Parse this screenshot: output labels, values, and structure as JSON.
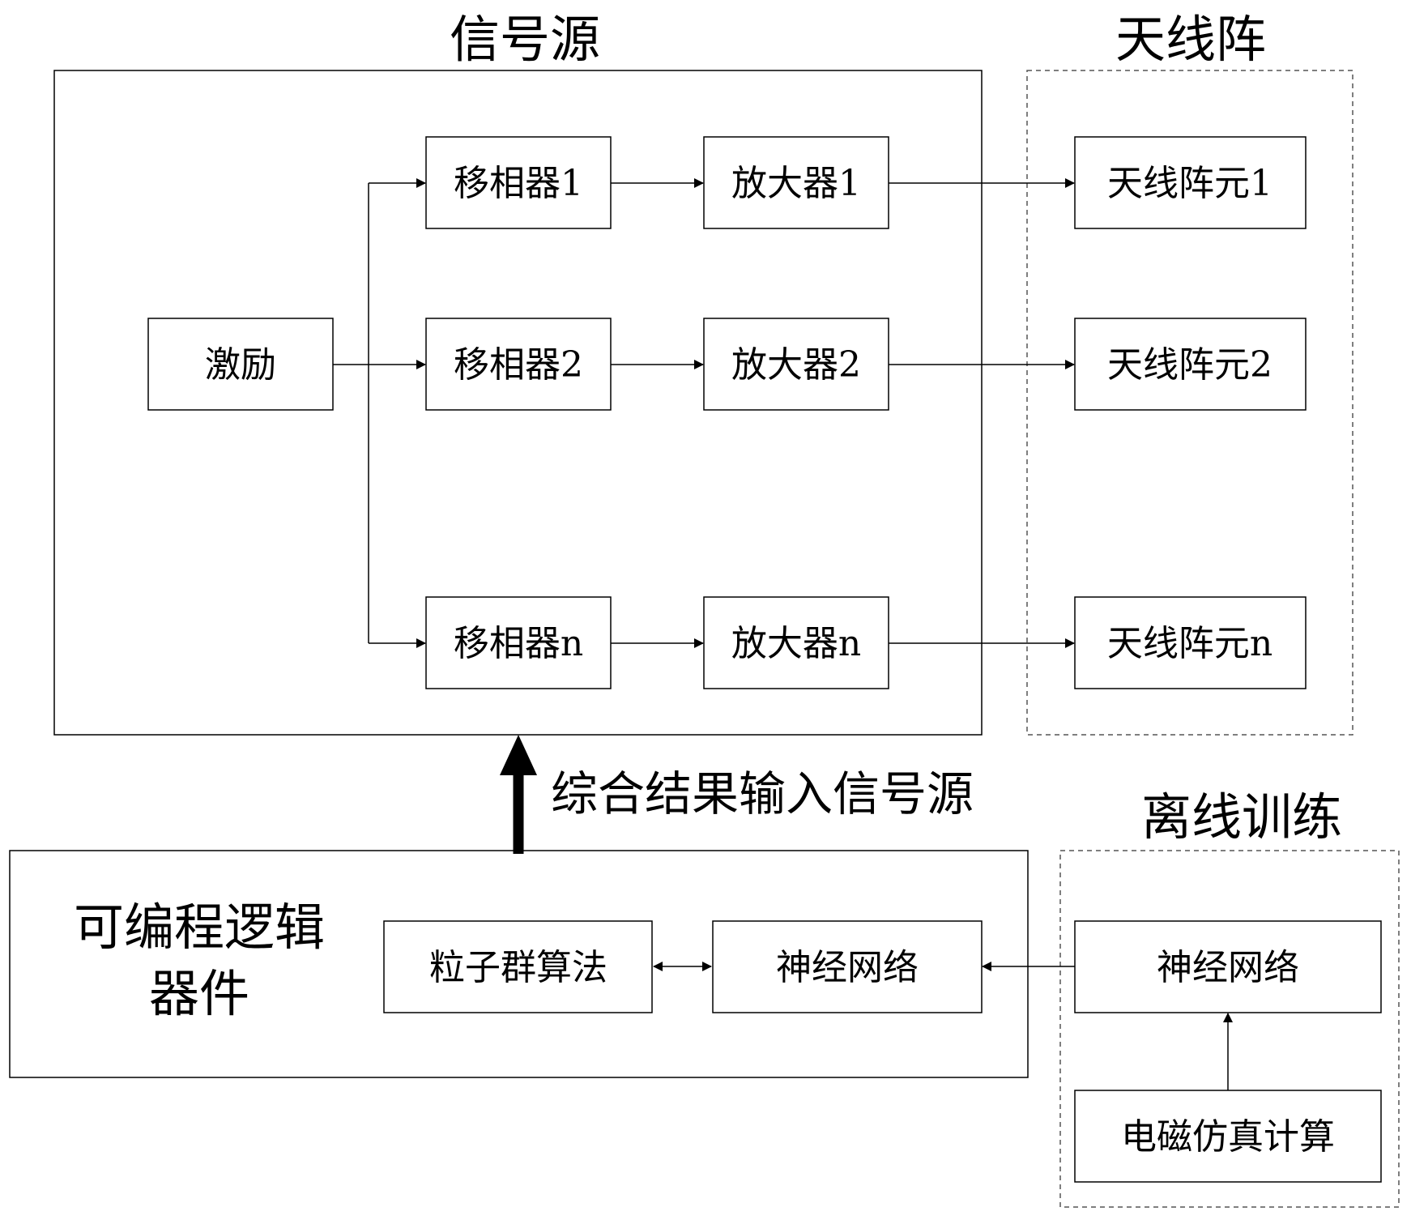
{
  "titles": {
    "signal_source": "信号源",
    "antenna_array": "天线阵",
    "offline_training": "离线训练",
    "fpga": [
      "可编程逻辑",
      "器件"
    ],
    "feed_label": "综合结果输入信号源"
  },
  "blocks": {
    "excitation": "激励",
    "phase_shifter_1": "移相器1",
    "phase_shifter_2": "移相器2",
    "phase_shifter_n": "移相器n",
    "amplifier_1": "放大器1",
    "amplifier_2": "放大器2",
    "amplifier_n": "放大器n",
    "antenna_element_1": "天线阵元1",
    "antenna_element_2": "天线阵元2",
    "antenna_element_n": "天线阵元n",
    "pso": "粒子群算法",
    "neural_net_fpga": "神经网络",
    "neural_net_offline": "神经网络",
    "em_simulation": "电磁仿真计算"
  }
}
